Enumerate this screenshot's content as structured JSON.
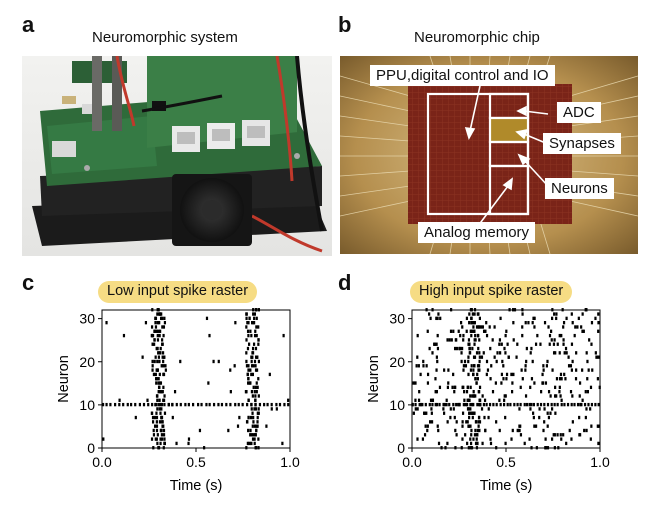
{
  "panels": {
    "a": {
      "letter": "a",
      "title": "Neuromorphic system"
    },
    "b": {
      "letter": "b",
      "title": "Neuromorphic chip",
      "callouts": {
        "ppu": "PPU,digital control and IO",
        "adc": "ADC",
        "synapses": "Synapses",
        "neurons": "Neurons",
        "analog_memory": "Analog memory"
      }
    },
    "c": {
      "letter": "c",
      "title": "Low input spike raster"
    },
    "d": {
      "letter": "d",
      "title": "High input spike raster"
    }
  },
  "colors": {
    "badge": "#f6dc84",
    "pcb_green": "#2f6b3a",
    "chip_die": "#7a2418",
    "synapse_block": "#b08a2a"
  },
  "chart_data": [
    {
      "panel": "c",
      "type": "scatter",
      "title": "Low input spike raster",
      "xlabel": "Time (s)",
      "ylabel": "Neuron",
      "xlim": [
        0.0,
        1.0
      ],
      "ylim": [
        0,
        32
      ],
      "xticks": [
        "0.0",
        "0.5",
        "1.0"
      ],
      "yticks": [
        "0",
        "10",
        "20",
        "30"
      ],
      "bursts": [
        {
          "center": 0.3,
          "neurons": "0-31"
        },
        {
          "center": 0.8,
          "neurons": "0-31"
        }
      ],
      "dense_neuron": 10,
      "background_rate": "low"
    },
    {
      "panel": "d",
      "type": "scatter",
      "title": "High input spike raster",
      "xlabel": "Time (s)",
      "ylabel": "Neuron",
      "xlim": [
        0.0,
        1.0
      ],
      "ylim": [
        0,
        32
      ],
      "xticks": [
        "0.0",
        "0.5",
        "1.0"
      ],
      "yticks": [
        "0",
        "10",
        "20",
        "30"
      ],
      "bursts": [
        {
          "center": 0.33,
          "neurons": "0-31"
        }
      ],
      "dense_neuron": 10,
      "background_rate": "high"
    }
  ]
}
